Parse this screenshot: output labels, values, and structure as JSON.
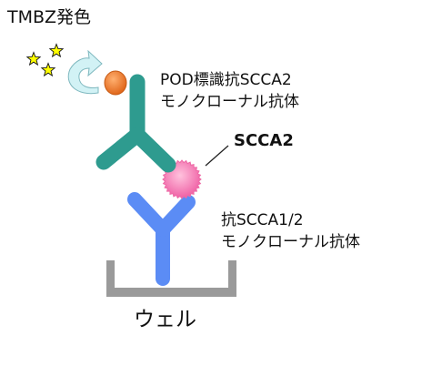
{
  "labels": {
    "reaction": "TMBZ発色",
    "detection_antibody": [
      "POD標識抗SCCA2",
      "モノクローナル抗体"
    ],
    "antigen": "SCCA2",
    "capture_antibody": [
      "抗SCCA1/2",
      "モノクローナル抗体"
    ],
    "well": "ウェル"
  },
  "colors": {
    "detection_antibody": "#2e9b8f",
    "capture_antibody": "#5b8cf5",
    "antigen": "#f06aa8",
    "enzyme": "#f07d2a",
    "well": "#9a9a9a",
    "stars": "#ffff00",
    "arrow": "#d2f2f5"
  },
  "icons": [
    "star-icon",
    "curved-arrow-icon"
  ]
}
